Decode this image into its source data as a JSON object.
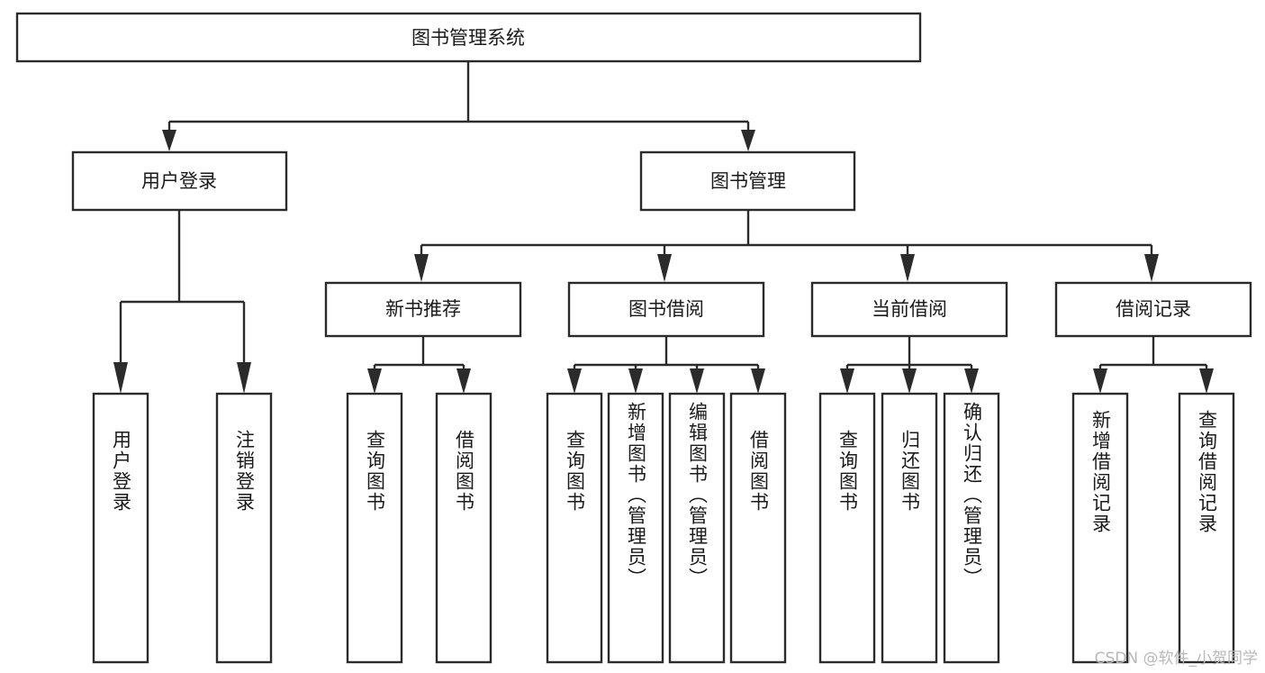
{
  "diagram": {
    "type": "tree",
    "title": "图书管理系统",
    "root": {
      "label": "图书管理系统"
    },
    "level2": [
      {
        "label": "用户登录"
      },
      {
        "label": "图书管理"
      }
    ],
    "level3": [
      {
        "label": "新书推荐"
      },
      {
        "label": "图书借阅"
      },
      {
        "label": "当前借阅"
      },
      {
        "label": "借阅记录"
      }
    ],
    "leaves": {
      "user_login": [
        {
          "label": "用户登录"
        },
        {
          "label": "注销登录"
        }
      ],
      "new_book_recommend": [
        {
          "label": "查询图书"
        },
        {
          "label": "借阅图书"
        }
      ],
      "book_borrow": [
        {
          "label": "查询图书"
        },
        {
          "label": "新增图书（管理员）"
        },
        {
          "label": "编辑图书（管理员）"
        },
        {
          "label": "借阅图书"
        }
      ],
      "current_borrow": [
        {
          "label": "查询图书"
        },
        {
          "label": "归还图书"
        },
        {
          "label": "确认归还（管理员）"
        }
      ],
      "borrow_record": [
        {
          "label": "新增借阅记录"
        },
        {
          "label": "查询借阅记录"
        }
      ]
    }
  },
  "watermark": {
    "text": "CSDN @软件_小贺同学"
  },
  "colors": {
    "stroke": "#2b2b2b",
    "fill": "#ffffff",
    "text": "#1a1a1a",
    "watermark": "#b8b8b8"
  }
}
